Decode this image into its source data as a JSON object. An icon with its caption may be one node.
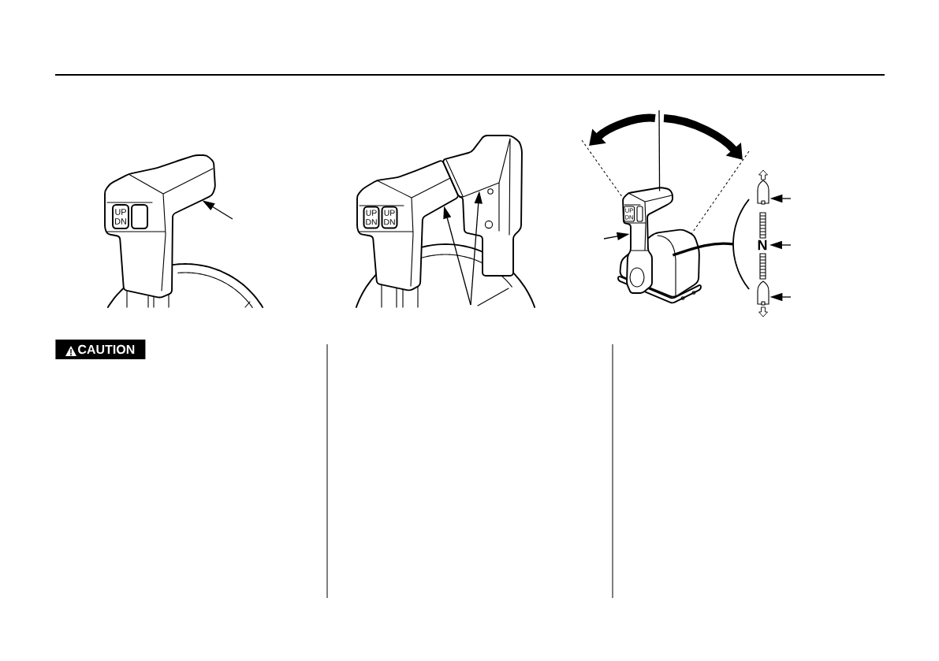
{
  "diagram": {
    "nodes": [
      {
        "text": [],
        "shape": "picture"
      },
      {
        "text": [
          "UP DN"
        ],
        "in": 0
      },
      {
        "text": [],
        "shape": "box",
        "in": 0
      },
      {
        "text": [],
        "shape": "picture"
      },
      {
        "text": [
          "UP DN"
        ],
        "in": 3
      },
      {
        "text": [
          "UP DN"
        ],
        "in": 3
      },
      {
        "text": [],
        "shape": "picture"
      },
      {
        "text": [],
        "shape": "picture"
      },
      {
        "text": [
          "UP DN"
        ],
        "in": 7
      },
      {
        "text": [],
        "shape": "box",
        "in": 7
      },
      {
        "text": [],
        "shape": "picture"
      },
      {
        "text": [],
        "shape": "arc"
      },
      {
        "text": [],
        "shape": "boat"
      },
      {
        "text": [
          "N"
        ]
      },
      {
        "text": [],
        "shape": "boat"
      },
      {
        "text": [
          "CAUTION"
        ]
      }
    ],
    "edges": [
      {
        "from": null,
        "to": 0,
        "arrow": "to"
      },
      {
        "from": null,
        "to": 3,
        "arrow": "to"
      },
      {
        "from": null,
        "to": 6,
        "arrow": "to"
      },
      {
        "from": null,
        "to": 7,
        "arrow": "none"
      },
      {
        "from": null,
        "to": 7,
        "arrow": "to"
      },
      {
        "from": 11,
        "to": 10,
        "arrow": "none",
        "style": "thick"
      },
      {
        "from": null,
        "to": 12,
        "arrow": "to"
      },
      {
        "from": null,
        "to": 13,
        "arrow": "to"
      },
      {
        "from": null,
        "to": 14,
        "arrow": "to"
      }
    ]
  }
}
